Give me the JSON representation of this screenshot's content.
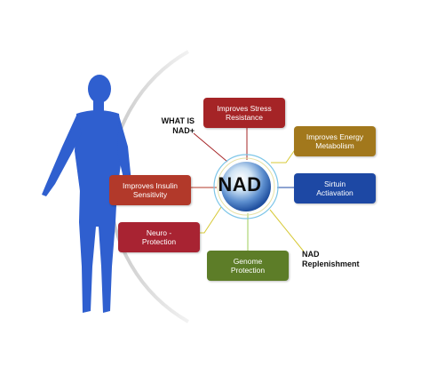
{
  "center": {
    "label": "NAD"
  },
  "callouts": {
    "what_is": "WHAT IS\nNAD+",
    "replenishment": "NAD\nReplenishment"
  },
  "boxes": {
    "stress": {
      "text": "Improves Stress\nResistance",
      "color": "#a52426"
    },
    "energy": {
      "text": "Improves Energy\nMetabolism",
      "color": "#a2781c"
    },
    "sirtuin": {
      "text": "Sirtuin\nActiavation",
      "color": "#1d48a4"
    },
    "insulin": {
      "text": "Improves Insulin\nSensitivity",
      "color": "#b2392a"
    },
    "neuro": {
      "text": "Neuro -\nProtection",
      "color": "#a82332"
    },
    "genome": {
      "text": "Genome\nProtection",
      "color": "#5d7d28"
    }
  },
  "colors": {
    "figure": "#2f5fcf",
    "arc": "#d9d9d9",
    "ring": "#7ec6e8"
  }
}
